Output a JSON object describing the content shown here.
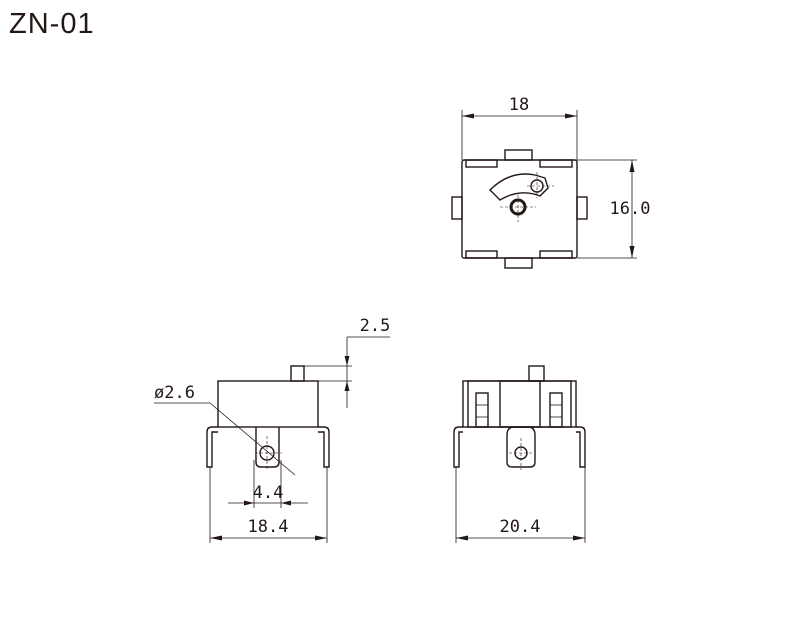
{
  "title": "ZN-01",
  "top_view": {
    "width_label": "18",
    "height_label": "16.0"
  },
  "side_view": {
    "shaft_height_label": "2.5",
    "hole_diameter_label": "ø2.6",
    "tab_width_label": "4.4",
    "lead_span_label": "18.4"
  },
  "front_view": {
    "lead_span_label": "20.4"
  }
}
